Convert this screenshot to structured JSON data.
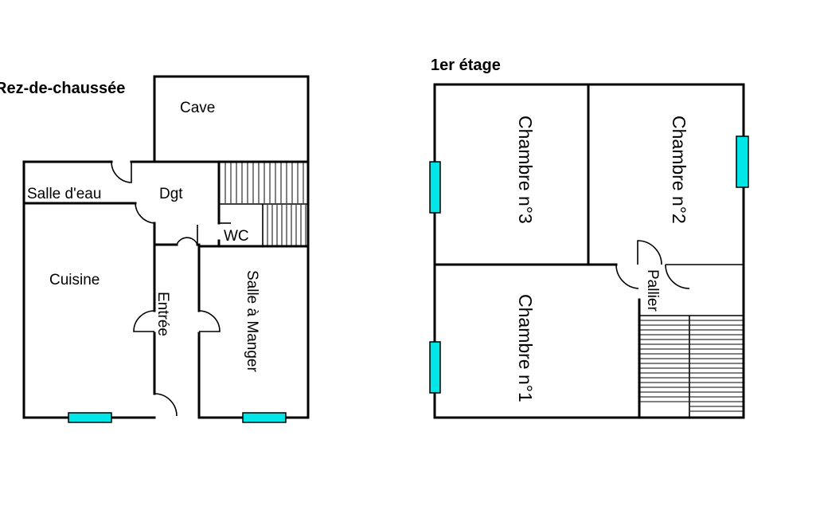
{
  "ground_floor": {
    "title": "Rez-de-chaussée",
    "rooms": {
      "cave": "Cave",
      "salle_deau": "Salle d'eau",
      "dgt": "Dgt",
      "wc": "WC",
      "cuisine": "Cuisine",
      "entree": "Entrée",
      "salle_a_manger": "Salle à Manger"
    }
  },
  "first_floor": {
    "title": "1er étage",
    "rooms": {
      "chambre3": "Chambre n°3",
      "chambre2": "Chambre n°2",
      "chambre1": "Chambre n°1",
      "pallier": "Pallier"
    }
  },
  "colors": {
    "window": "#00e5e5",
    "wall": "#000000"
  }
}
